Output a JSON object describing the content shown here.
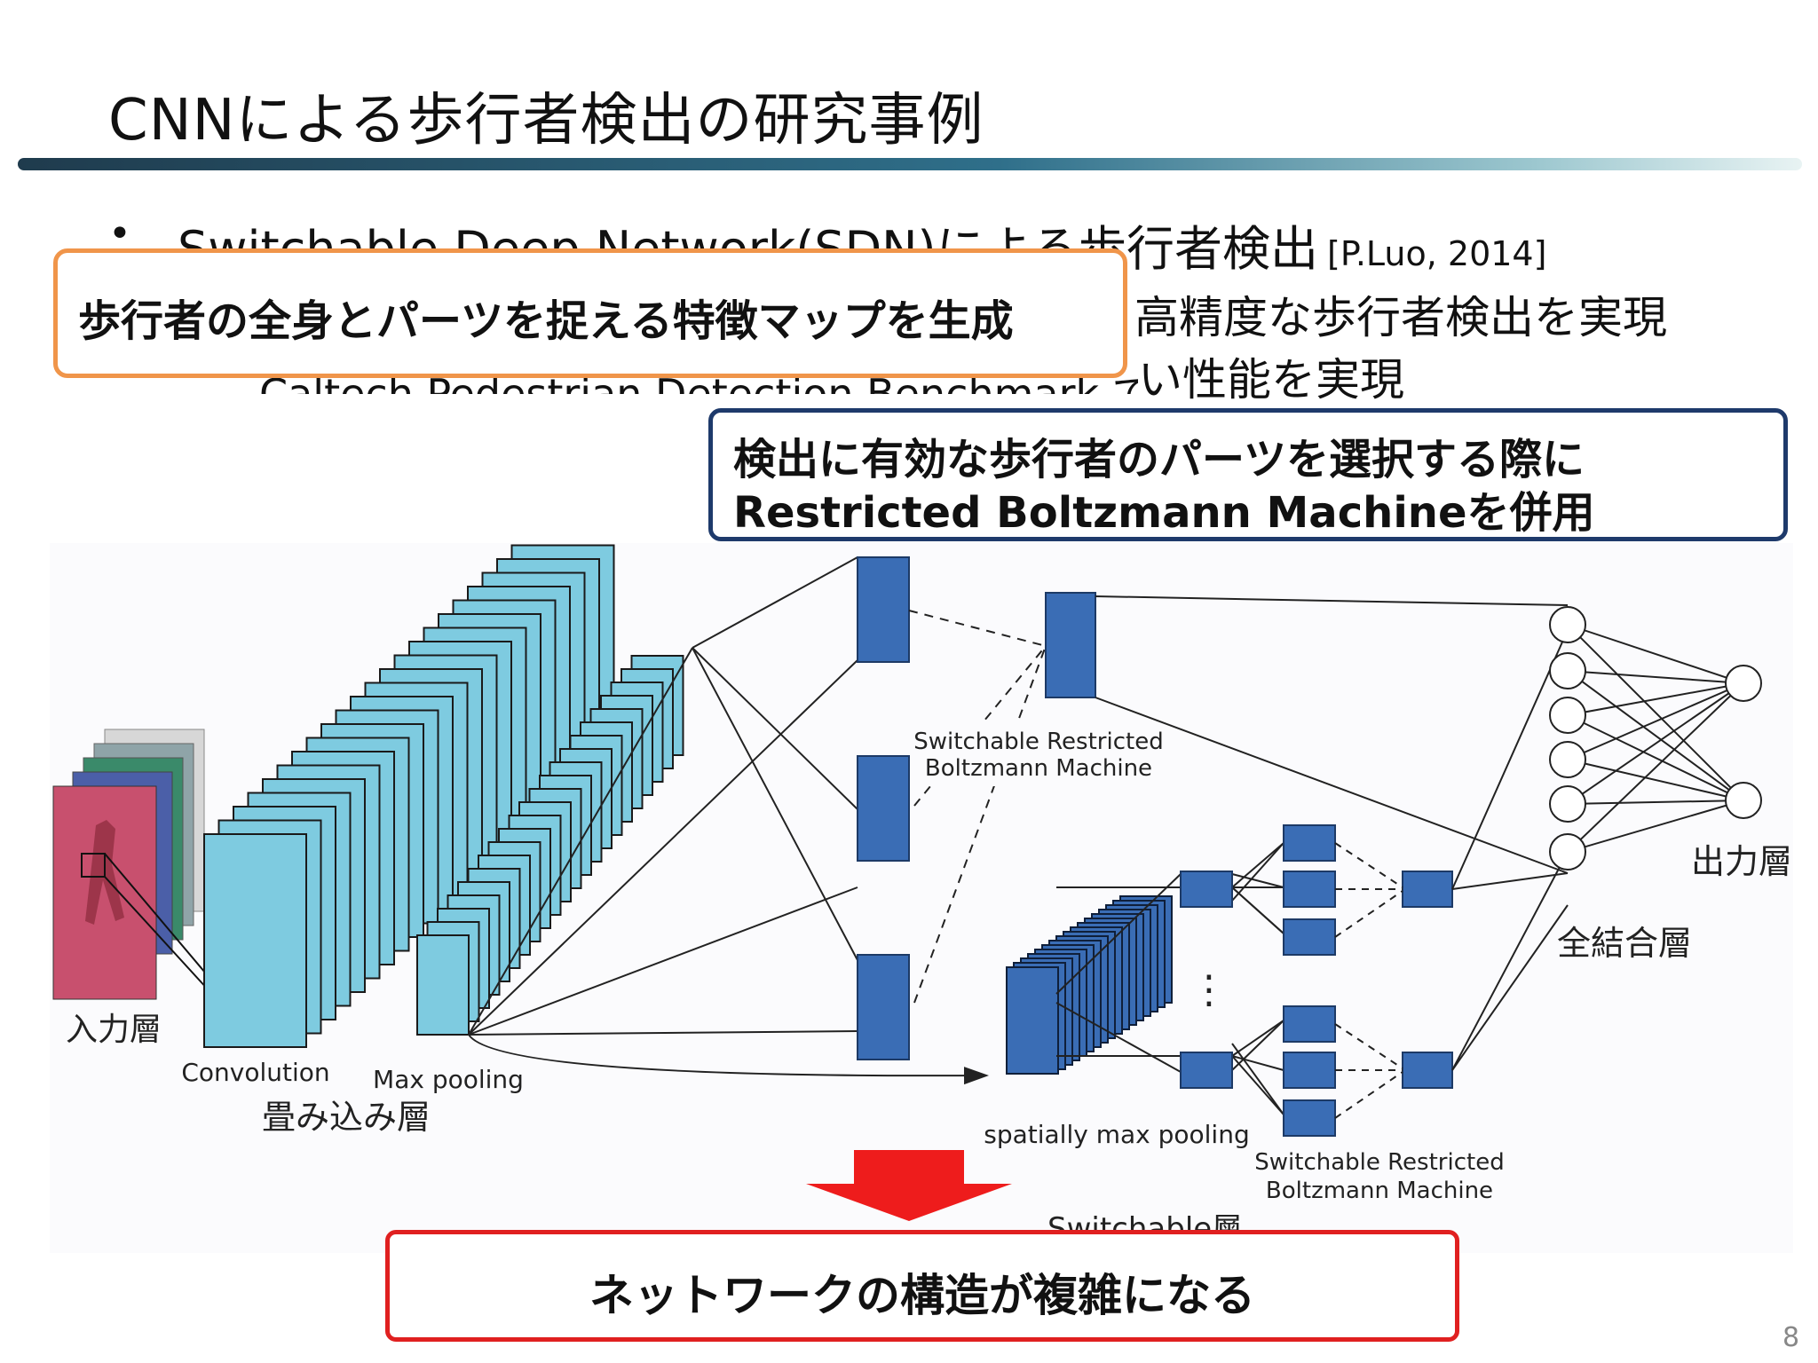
{
  "slide": {
    "title": "CNNによる歩行者検出の研究事例",
    "bullet_dot": "•",
    "bullet_main": "Switchable Deep Network(SDN)による歩行者検出",
    "bullet_citation": "[P.Luo, 2014]",
    "sub_line1_visible": "高精度な歩行者検出を実現",
    "sub_line2_partial": "Caltech Pedestrian Detection Benchmark で高",
    "sub_line2_visible": "い性能を実現",
    "page_number": "8"
  },
  "callouts": {
    "orange": "歩行者の全身とパーツを捉える特徴マップを生成",
    "blue_line1": "検出に有効な歩行者のパーツを選択する際に",
    "blue_line2": "Restricted Boltzmann Machineを併用",
    "bottom": "ネットワークの構造が複雑になる"
  },
  "diagram": {
    "input_layer": "入力層",
    "convolution": "Convolution",
    "max_pooling": "Max pooling",
    "conv_layer": "畳み込み層",
    "srbm_top_line1": "Switchable Restricted",
    "srbm_top_line2": "Boltzmann Machine",
    "spatial_pool": "spatially max pooling",
    "srbm_bottom_line1": "Switchable Restricted",
    "srbm_bottom_line2": "Boltzmann Machine",
    "switchable_layer_partial": "Switchable層",
    "fc_layer": "全結合層",
    "output_layer": "出力層",
    "ellipsis": "⋮"
  },
  "colors": {
    "title_rule": "#2f6f8a",
    "orange_border": "#f0954a",
    "blue_border": "#1e3a6b",
    "red_border": "#e02020",
    "feature_map": "#7ecbe0",
    "unit_blue": "#3a6db5",
    "arrow_red": "#ee1c1c"
  }
}
